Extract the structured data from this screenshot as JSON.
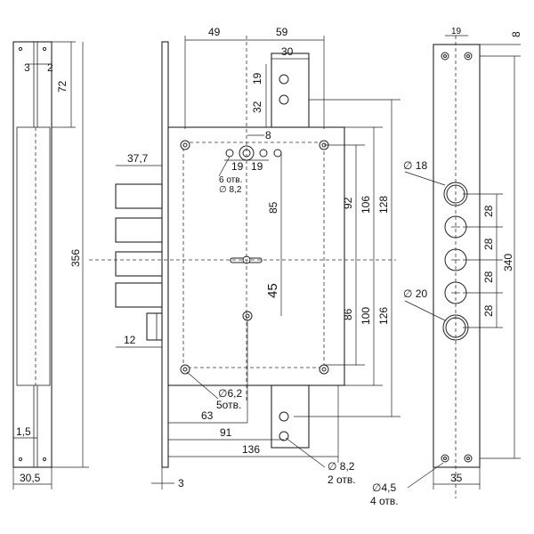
{
  "labels": {
    "plate_w_3": "3",
    "plate_w_2": "2",
    "plate_72": "72",
    "plate_356": "356",
    "plate_1_5": "1,5",
    "plate_30_5": "30,5",
    "top_49": "49",
    "top_59": "59",
    "top_30": "30",
    "v_19": "19",
    "v_32": "32",
    "small_8": "8",
    "h_19a": "19",
    "h_19b": "19",
    "holes6_a": "6 отв.",
    "holes6_b": "∅ 8,2",
    "bolt_37_7": "37,7",
    "v_85": "85",
    "v_45": "45",
    "v_92": "92",
    "v_106": "106",
    "v_128": "128",
    "v_86": "86",
    "v_100": "100",
    "v_126": "126",
    "side_12": "12",
    "h_63": "63",
    "h_91": "91",
    "h_136": "136",
    "h_3": "3",
    "holes5_a": "∅6,2",
    "holes5_b": "5отв.",
    "holes2_a": "∅ 8,2",
    "holes2_b": "2 отв.",
    "strike_19": "19",
    "strike_8": "8",
    "strike_d18": "∅ 18",
    "strike_d20": "∅ 20",
    "strike_28a": "28",
    "strike_28b": "28",
    "strike_28c": "28",
    "strike_28d": "28",
    "strike_340": "340",
    "strike_35": "35",
    "strike_holes_a": "∅4,5",
    "strike_holes_b": "4 отв."
  }
}
